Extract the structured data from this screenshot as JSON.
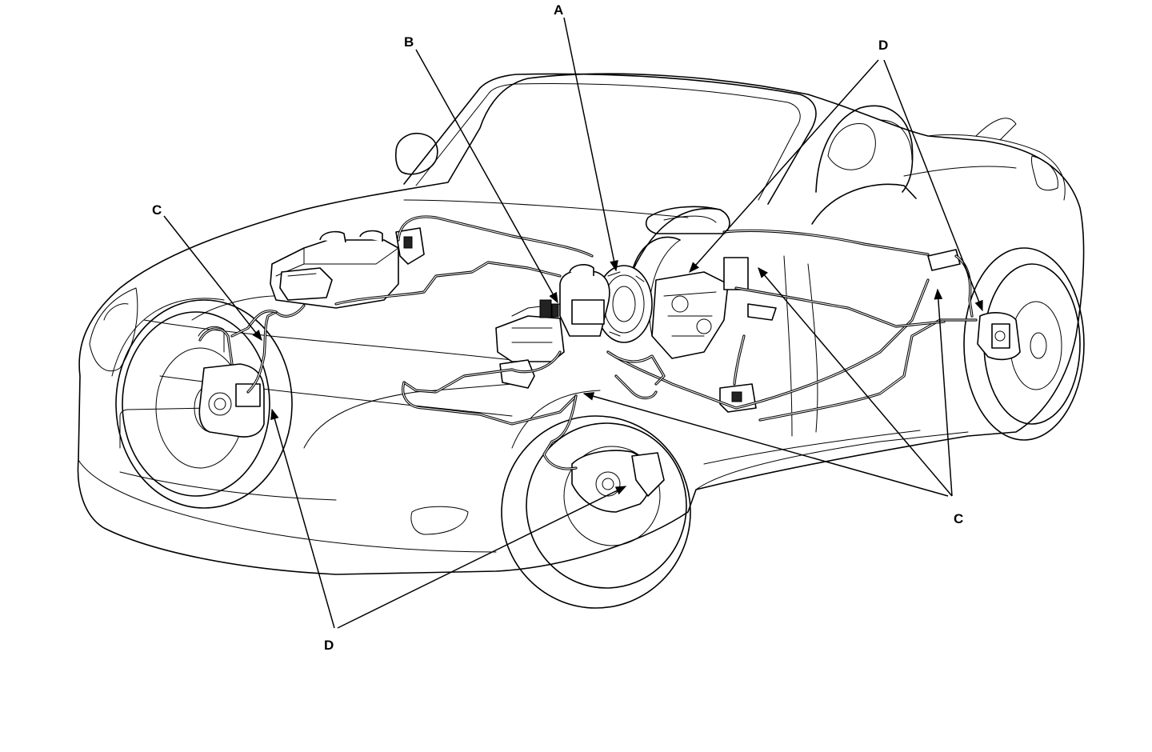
{
  "callouts": {
    "A": "A",
    "B": "B",
    "C_front_left": "C",
    "C_rear": "C",
    "D_top": "D",
    "D_bottom": "D"
  },
  "colors": {
    "ink": "#000000",
    "paper": "#ffffff"
  }
}
